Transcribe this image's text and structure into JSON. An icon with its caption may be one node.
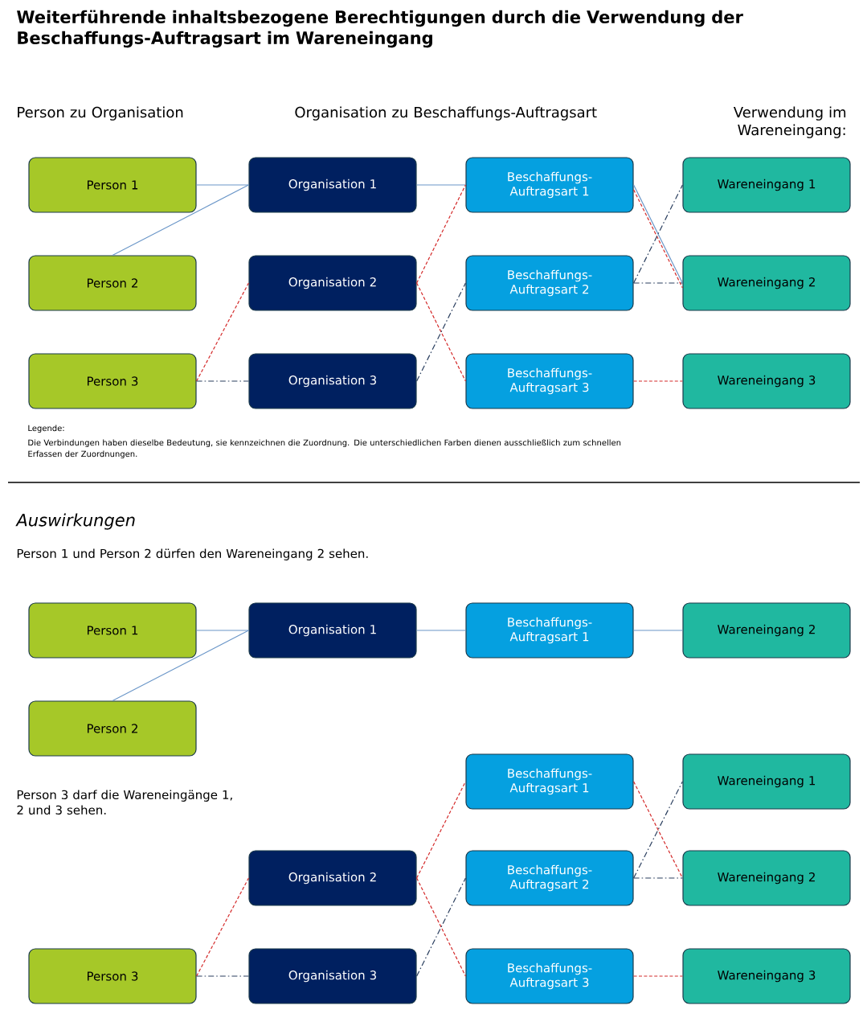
{
  "diagram": {
    "title": "Weiterführende inhaltsbezogene Berechtigungen durch die Verwendung der Beschaffungs-Auftragsart im Wareneingang",
    "nodes": [
      {
        "text": [
          "Person 1"
        ]
      },
      {
        "text": [
          "Person 2"
        ]
      },
      {
        "text": [
          "Person 3"
        ]
      },
      {
        "text": [
          "Organisation 1"
        ]
      },
      {
        "text": [
          "Organisation 2"
        ]
      },
      {
        "text": [
          "Organisation 3"
        ]
      },
      {
        "text": [
          "Beschaffungs-Auftragsart 1"
        ]
      },
      {
        "text": [
          "Beschaffungs-Auftragsart 2"
        ]
      },
      {
        "text": [
          "Beschaffungs-Auftragsart 3"
        ]
      },
      {
        "text": [
          "Wareneingang 1"
        ]
      },
      {
        "text": [
          "Wareneingang 2"
        ]
      },
      {
        "text": [
          "Wareneingang 3"
        ]
      },
      {
        "text": [
          "Person 1"
        ]
      },
      {
        "text": [
          "Person 2"
        ]
      },
      {
        "text": [
          "Organisation 1"
        ]
      },
      {
        "text": [
          "Beschaffungs-Auftragsart 1"
        ]
      },
      {
        "text": [
          "Wareneingang 2"
        ]
      },
      {
        "text": [
          "Beschaffungs-Auftragsart 1"
        ]
      },
      {
        "text": [
          "Wareneingang 1"
        ]
      },
      {
        "text": [
          "Organisation 2"
        ]
      },
      {
        "text": [
          "Beschaffungs-Auftragsart 2"
        ]
      },
      {
        "text": [
          "Wareneingang 2"
        ]
      },
      {
        "text": [
          "Person 3"
        ]
      },
      {
        "text": [
          "Organisation 3"
        ]
      },
      {
        "text": [
          "Beschaffungs-Auftragsart 3"
        ]
      },
      {
        "text": [
          "Wareneingang 3"
        ]
      }
    ],
    "edges": [
      {
        "from": 0,
        "to": 3,
        "arrow": "none",
        "color": "#6a96c8"
      },
      {
        "from": 1,
        "to": 3,
        "arrow": "none",
        "color": "#6a96c8"
      },
      {
        "from": 3,
        "to": 6,
        "arrow": "none",
        "color": "#6a96c8"
      },
      {
        "from": 6,
        "to": 10,
        "arrow": "none",
        "color": "#6a96c8"
      },
      {
        "from": 2,
        "to": 4,
        "arrow": "none",
        "style": "dashed",
        "color": "#d42a2a"
      },
      {
        "from": 4,
        "to": 6,
        "arrow": "none",
        "style": "dashed",
        "color": "#d42a2a"
      },
      {
        "from": 4,
        "to": 8,
        "arrow": "none",
        "style": "dashed",
        "color": "#d42a2a"
      },
      {
        "from": 6,
        "to": 10,
        "arrow": "none",
        "style": "dashed",
        "color": "#d42a2a"
      },
      {
        "from": 8,
        "to": 11,
        "arrow": "none",
        "style": "dashed",
        "color": "#d42a2a"
      },
      {
        "from": 2,
        "to": 5,
        "arrow": "none",
        "style": "dashed",
        "color": "#2b3f5f"
      },
      {
        "from": 5,
        "to": 7,
        "arrow": "none",
        "style": "dashed",
        "color": "#2b3f5f"
      },
      {
        "from": 7,
        "to": 9,
        "arrow": "none",
        "style": "dashed",
        "color": "#2b3f5f"
      },
      {
        "from": 7,
        "to": 10,
        "arrow": "none",
        "style": "dashed",
        "color": "#2b3f5f"
      },
      {
        "from": 12,
        "to": 14,
        "arrow": "none",
        "color": "#6a96c8"
      },
      {
        "from": 13,
        "to": 14,
        "arrow": "none",
        "color": "#6a96c8"
      },
      {
        "from": 14,
        "to": 15,
        "arrow": "none",
        "color": "#6a96c8"
      },
      {
        "from": 15,
        "to": 16,
        "arrow": "none",
        "color": "#6a96c8"
      },
      {
        "from": 22,
        "to": 19,
        "arrow": "none",
        "style": "dashed",
        "color": "#d42a2a"
      },
      {
        "from": 19,
        "to": 17,
        "arrow": "none",
        "style": "dashed",
        "color": "#d42a2a"
      },
      {
        "from": 19,
        "to": 24,
        "arrow": "none",
        "style": "dashed",
        "color": "#d42a2a"
      },
      {
        "from": 17,
        "to": 21,
        "arrow": "none",
        "style": "dashed",
        "color": "#d42a2a"
      },
      {
        "from": 24,
        "to": 25,
        "arrow": "none",
        "style": "dashed",
        "color": "#d42a2a"
      },
      {
        "from": 22,
        "to": 23,
        "arrow": "none",
        "style": "dashed",
        "color": "#2b3f5f"
      },
      {
        "from": 23,
        "to": 20,
        "arrow": "none",
        "style": "dashed",
        "color": "#2b3f5f"
      },
      {
        "from": 20,
        "to": 18,
        "arrow": "none",
        "style": "dashed",
        "color": "#2b3f5f"
      },
      {
        "from": 20,
        "to": 21,
        "arrow": "none",
        "style": "dashed",
        "color": "#2b3f5f"
      }
    ],
    "labels": [
      "Person zu Organisation",
      "Organisation zu Beschaffungs-Auftragsart",
      "Verwendung im Wareneingang:",
      "Legende:",
      "Die Verbindungen haben dieselbe Bedeutung, sie kennzeichnen die Zuordnung. Die unterschiedlichen Farben dienen ausschließlich zum schnellen Erfassen der Zuordnungen.",
      "Auswirkungen",
      "Person 1 und Person 2 dürfen den Wareneingang 2 sehen.",
      "Person 3 darf die Wareneingänge 1, 2 und 3 sehen."
    ]
  }
}
